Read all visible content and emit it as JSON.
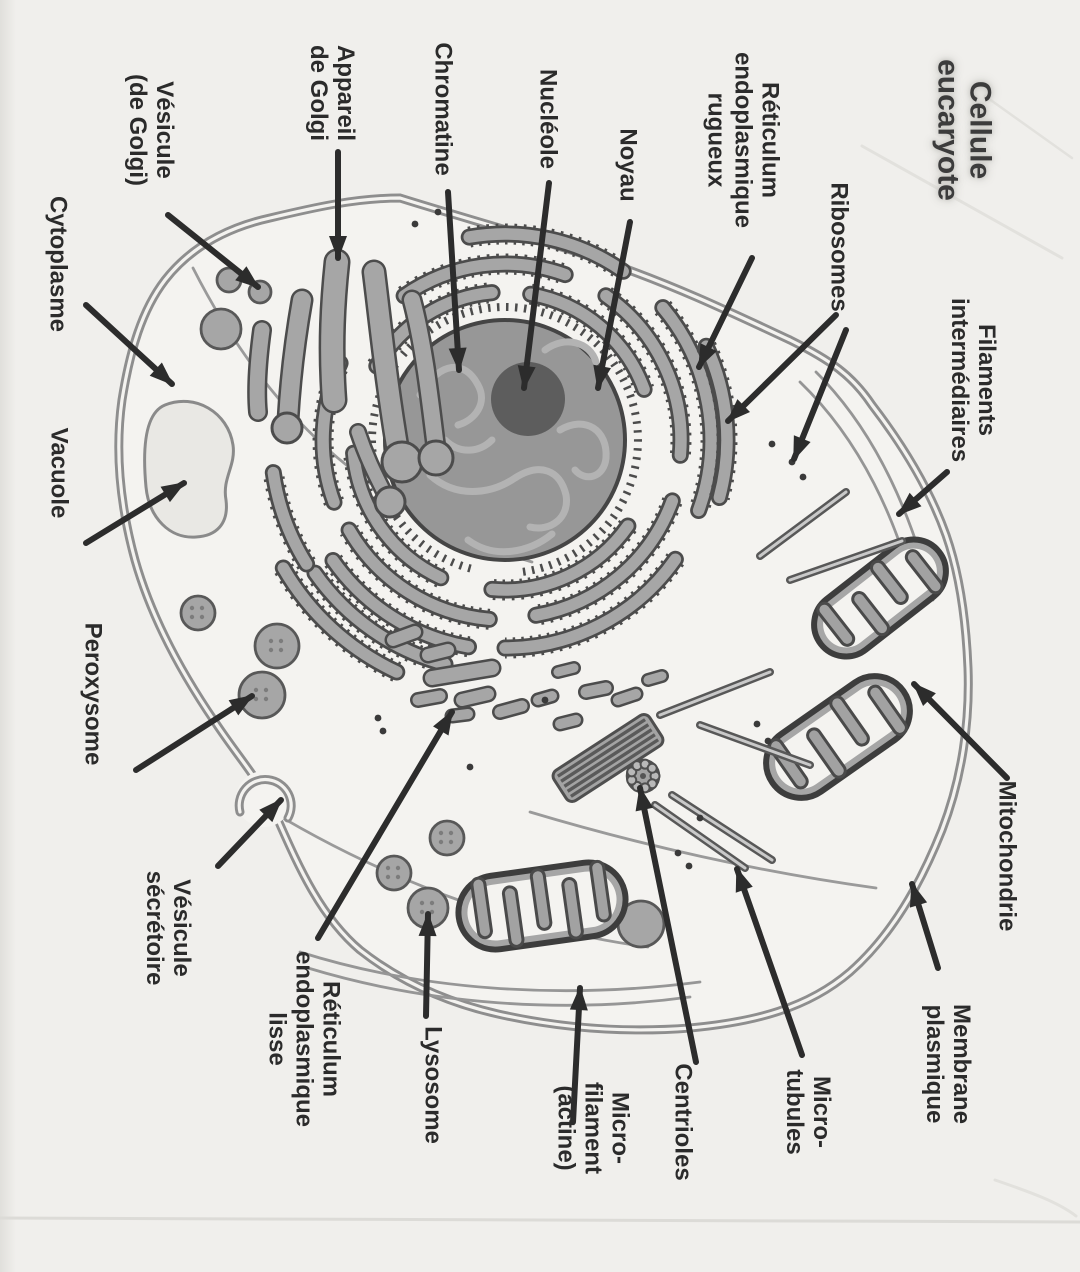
{
  "title": {
    "text": "Cellule\neucaryote"
  },
  "labels": [
    {
      "id": "vesicule-golgi",
      "text": "Vésicule\n(de Golgi)"
    },
    {
      "id": "appareil-golgi",
      "text": "Appareil\nde Golgi"
    },
    {
      "id": "chromatine",
      "text": "Chromatine"
    },
    {
      "id": "nucleole",
      "text": "Nucléole"
    },
    {
      "id": "noyau",
      "text": "Noyau"
    },
    {
      "id": "reticulum-rugueux",
      "text": "Réticulum\nendoplasmique\nrugueux"
    },
    {
      "id": "ribosomes",
      "text": "Ribosomes"
    },
    {
      "id": "filaments-intermediaires",
      "text": "Filaments\nintermédiaires"
    },
    {
      "id": "cytoplasme",
      "text": "Cytoplasme"
    },
    {
      "id": "vacuole",
      "text": "Vacuole"
    },
    {
      "id": "peroxysome",
      "text": "Peroxysome"
    },
    {
      "id": "vesicule-secretoire",
      "text": "Vésicule\nsécrétoire"
    },
    {
      "id": "reticulum-lisse",
      "text": "Réticulum\nendoplasmique\nlisse"
    },
    {
      "id": "lysosome",
      "text": "Lysosome"
    },
    {
      "id": "microfilament-actine",
      "text": "Micro-\nfilament\n(actine)"
    },
    {
      "id": "centrioles",
      "text": "Centrioles"
    },
    {
      "id": "microtubules",
      "text": "Micro-\ntubules"
    },
    {
      "id": "membrane-plasmique",
      "text": "Membrane\nplasmique"
    },
    {
      "id": "mitochondrie",
      "text": "Mitochondrie"
    }
  ],
  "colors": {
    "paper": "#f0efec",
    "cytoplasm": "#f4f3f0",
    "ink": "#2c2c2c",
    "membrane": "#8e8e8e",
    "organelle": "#a6a6a6",
    "organelle_edge": "#4c4c4c",
    "nucleus": "#979797",
    "nucleus_edge": "#454545",
    "nucleolus": "#5d5d5d",
    "chromatin": "#b3b3b3",
    "vacuole": "#e9e8e4",
    "vacuole_edge": "#8a8a8a",
    "faint": "#e2e1dd"
  }
}
